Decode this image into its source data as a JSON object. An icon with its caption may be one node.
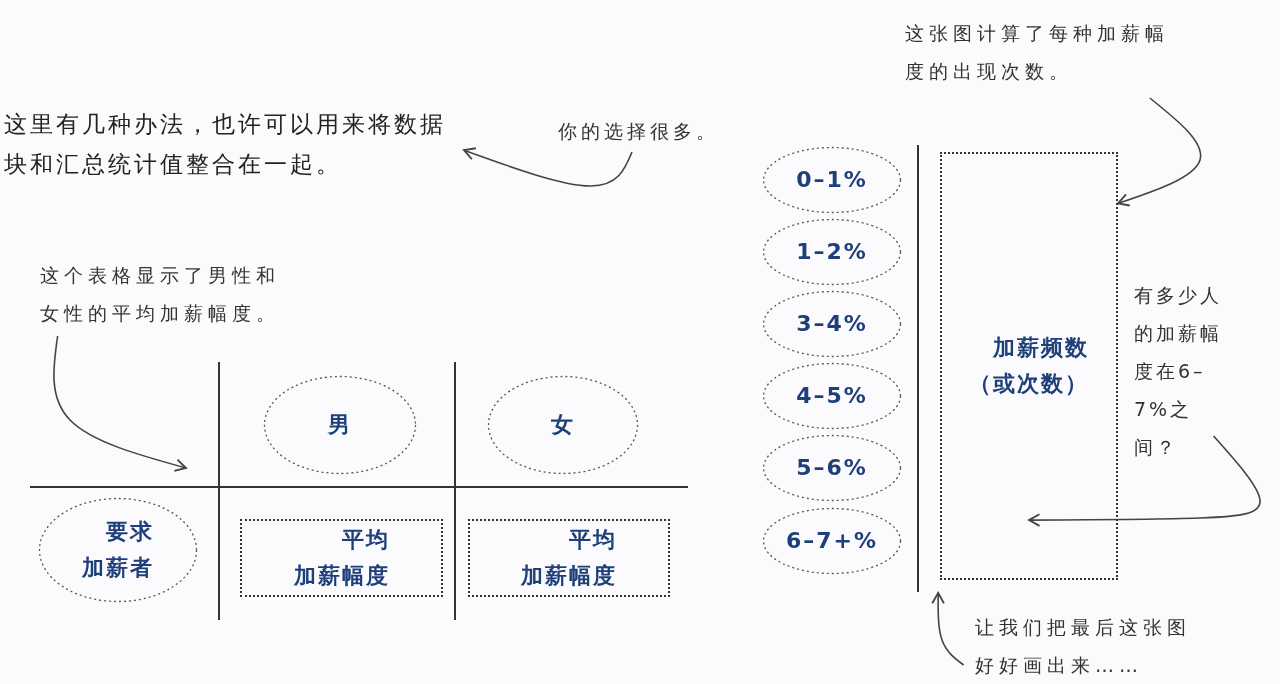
{
  "diagram": {
    "nodes": [
      {
        "text": [
          "这里有几种办法，也许可以用来将数据块和汇总统计值整合在一起。"
        ]
      },
      {
        "text": [
          "你的选择很多。"
        ]
      },
      {
        "text": [
          "这个表格显示了男性和女性的平均加薪幅度。"
        ]
      },
      {
        "text": [
          "男"
        ]
      },
      {
        "text": [
          "女"
        ]
      },
      {
        "text": [
          "要求加薪者"
        ]
      },
      {
        "text": [
          "平均加薪幅度"
        ]
      },
      {
        "text": [
          "平均加薪幅度"
        ]
      },
      {
        "text": [
          "0–1%"
        ]
      },
      {
        "text": [
          "1–2%"
        ]
      },
      {
        "text": [
          "3–4%"
        ]
      },
      {
        "text": [
          "4–5%"
        ]
      },
      {
        "text": [
          "5–6%"
        ]
      },
      {
        "text": [
          "6–7+%"
        ]
      },
      {
        "text": [
          "加薪频数（或次数）"
        ]
      },
      {
        "text": [
          "这张图计算了每种加薪幅度的出现次数。"
        ]
      },
      {
        "text": [
          "有多少人的加薪幅度在6–7%之间？"
        ]
      },
      {
        "text": [
          "让我们把最后这张图好好画出来……"
        ]
      }
    ],
    "edges": [
      {
        "from": 1,
        "to": 0,
        "arrow": "to"
      },
      {
        "from": 2,
        "to": null,
        "arrow": "to"
      },
      {
        "from": 15,
        "to": 14,
        "arrow": "to"
      },
      {
        "from": 16,
        "to": 14,
        "arrow": "to"
      },
      {
        "from": 17,
        "to": 14,
        "arrow": "to"
      }
    ]
  }
}
